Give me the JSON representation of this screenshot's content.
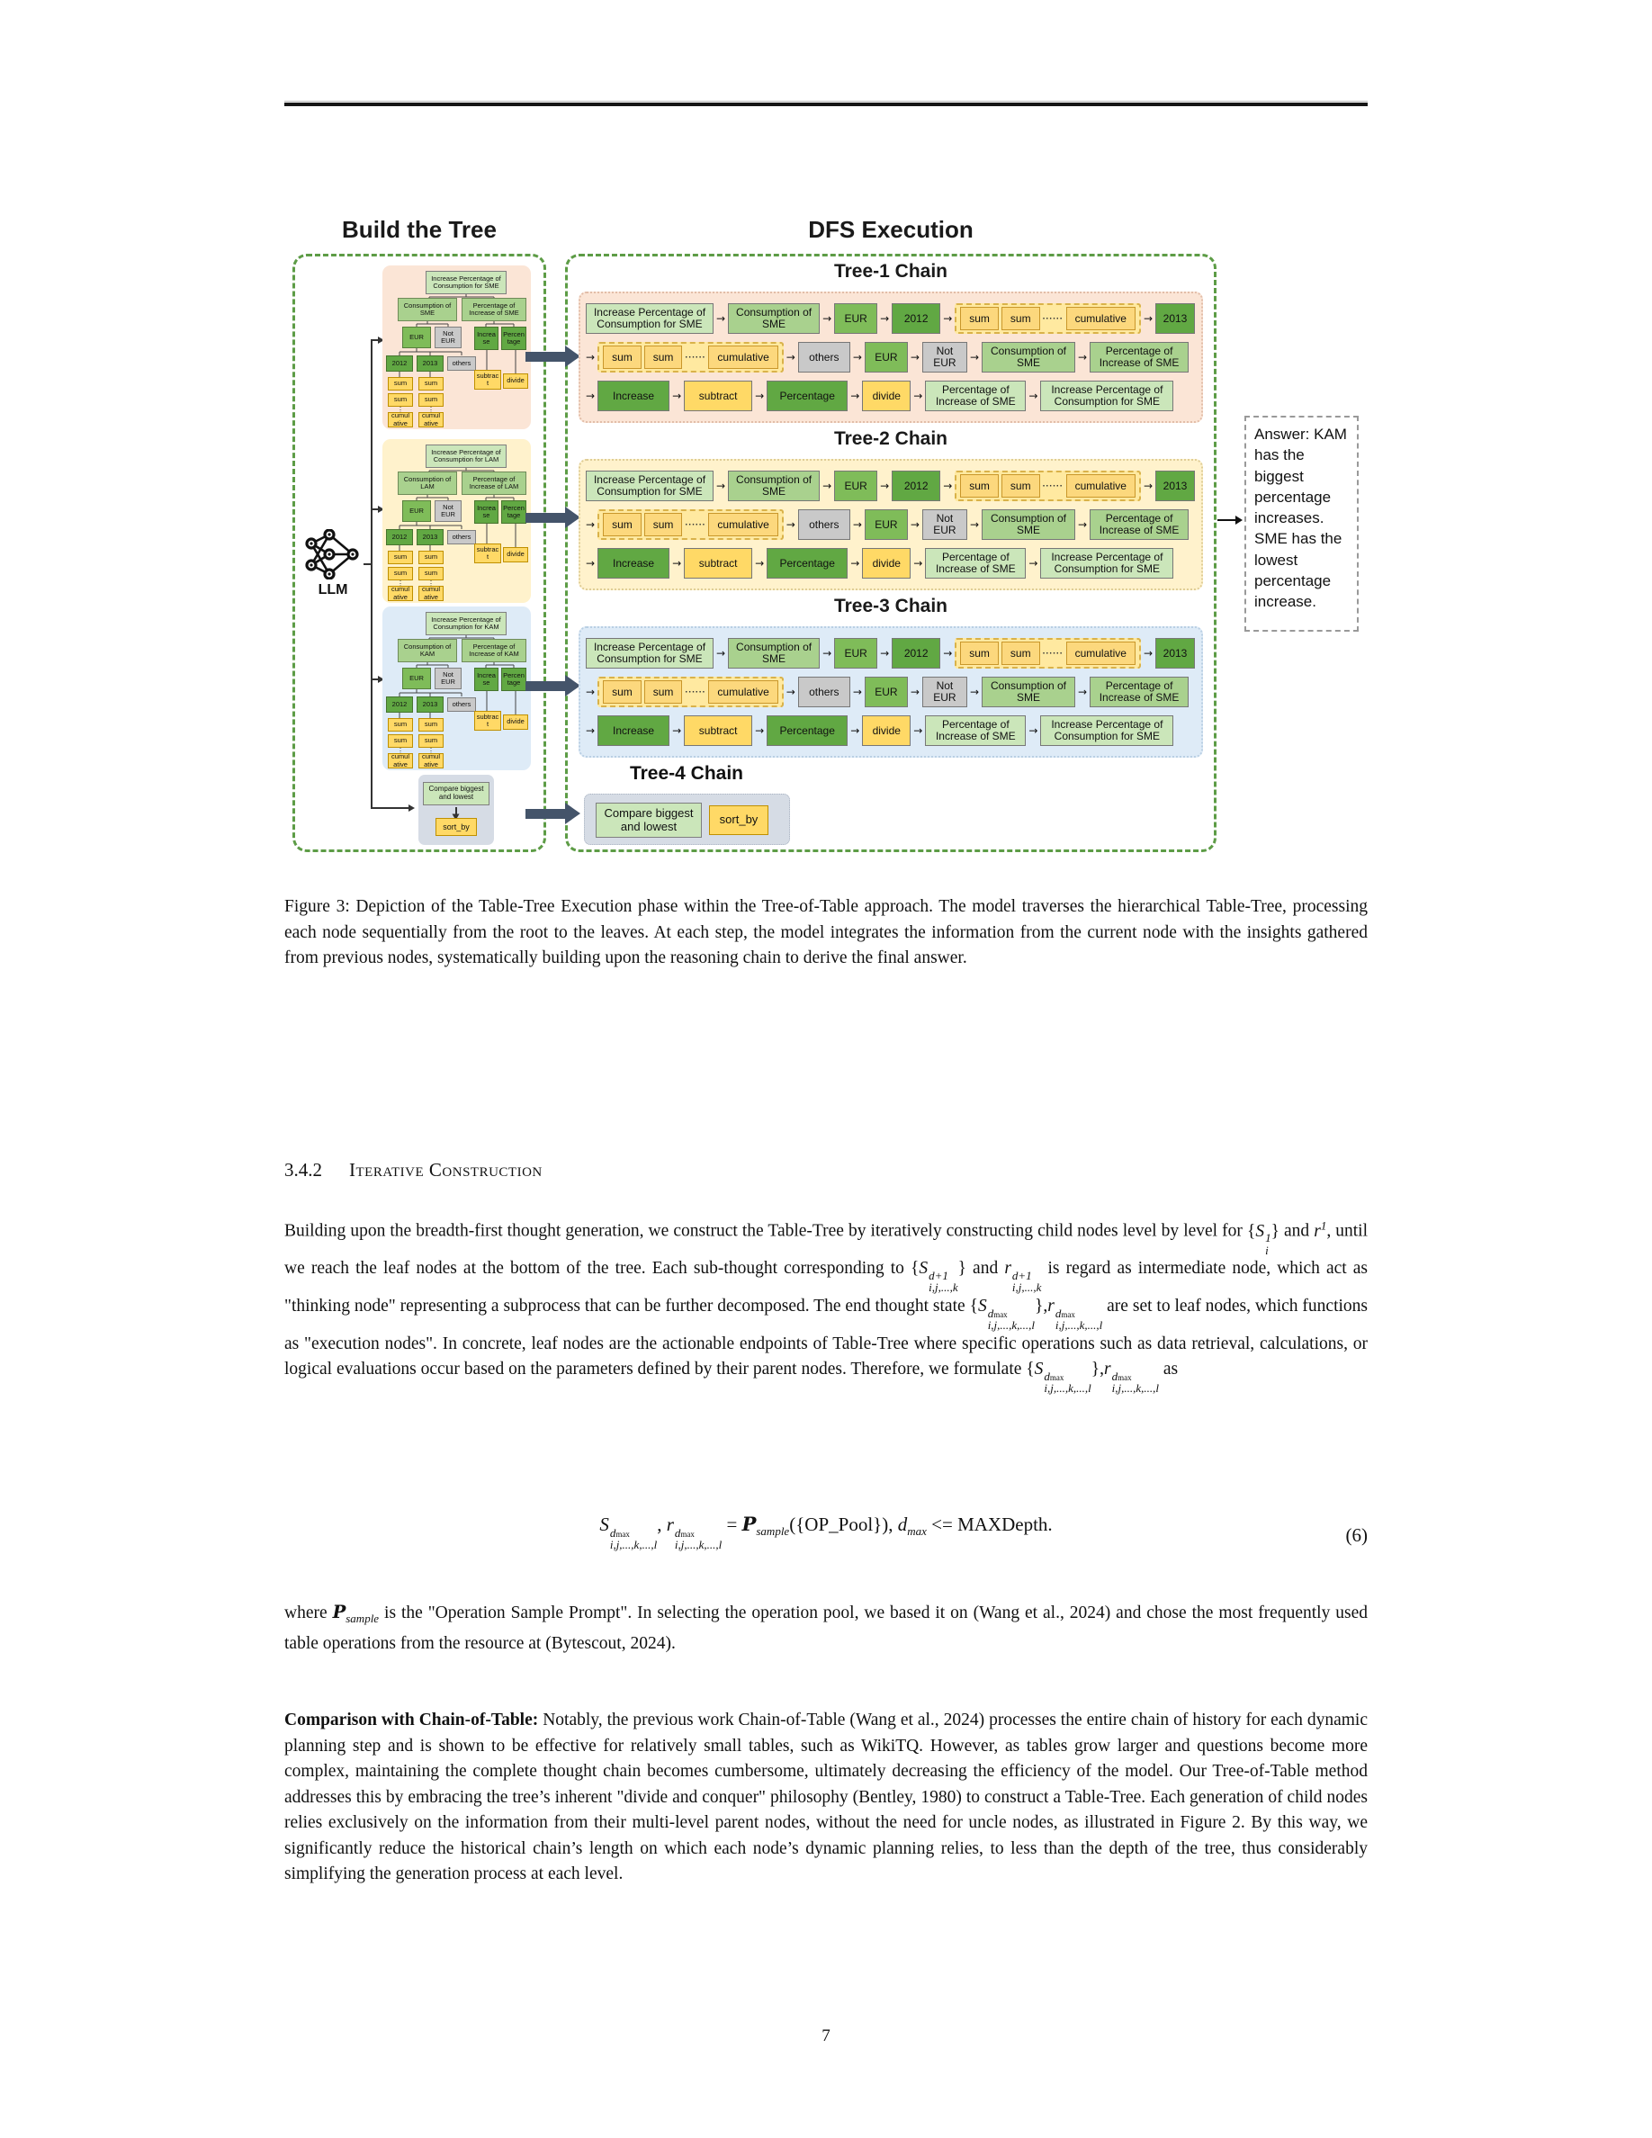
{
  "page": {
    "number": "7"
  },
  "figure": {
    "build_title": "Build the Tree",
    "dfs_title": "DFS Execution",
    "llm_label": "LLM",
    "colors": {
      "light_green": "#CBE6BA",
      "mid_green": "#A9D18E",
      "green": "#7FBC59",
      "dark_green": "#61A843",
      "gold": "#FFD966",
      "gold_light": "#FFE9A0",
      "gray": "#C9C9C9",
      "tree1_bg": "#FBE5D6",
      "tree2_bg": "#FFF2CC",
      "tree3_bg": "#DEEBF7",
      "tree4_bg": "#D6DCE5",
      "panel_border": "#5d9c46",
      "big_arrow": "#44546A"
    },
    "tree_shared": {
      "eur": "EUR",
      "not_eur": "Not EUR",
      "increase": "Increase",
      "percentage": "Percentage",
      "y2012": "2012",
      "y2013": "2013",
      "others": "others",
      "sum": "sum",
      "cumulative": "cumulative",
      "subtract": "subtract",
      "divide": "divide",
      "vdots": "⋮"
    },
    "trees": [
      {
        "bg": "#FBE5D6",
        "root": "Increase Percentage of Consumption for SME",
        "left": "Consumption of SME",
        "right": "Percentage of Increase of SME"
      },
      {
        "bg": "#FFF2CC",
        "root": "Increase Percentage of Consumption for LAM",
        "left": "Consumption of LAM",
        "right": "Percentage of Increase of LAM"
      },
      {
        "bg": "#DEEBF7",
        "root": "Increase Percentage of Consumption for KAM",
        "left": "Consumption of KAM",
        "right": "Percentage of Increase of KAM"
      }
    ],
    "chains": [
      {
        "title": "Tree-1 Chain",
        "bg": "#FBE5D6",
        "bc": "#e2bda8"
      },
      {
        "title": "Tree-2 Chain",
        "bg": "#FFF2CC",
        "bc": "#dfcd96"
      },
      {
        "title": "Tree-3 Chain",
        "bg": "#DEEBF7",
        "bc": "#b9cfe3"
      }
    ],
    "chain_rows": [
      {
        "lead": false,
        "items": [
          {
            "b": "Increase Percentage of Consumption for SME",
            "c": "lg",
            "w": 142
          },
          {
            "a": 1
          },
          {
            "b": "Consumption of SME",
            "c": "mg",
            "w": 102
          },
          {
            "a": 1
          },
          {
            "b": "EUR",
            "c": "g",
            "w": 48
          },
          {
            "a": 1
          },
          {
            "b": "2012",
            "c": "dg",
            "w": 54
          },
          {
            "a": 1
          },
          {
            "g": [
              "sum",
              "sum",
              "······",
              "cumulative"
            ]
          },
          {
            "a": 1
          },
          {
            "b": "2013",
            "c": "dg",
            "w": 44
          }
        ]
      },
      {
        "lead": true,
        "items": [
          {
            "g": [
              "sum",
              "sum",
              "······",
              "cumulative"
            ]
          },
          {
            "a": 1
          },
          {
            "b": "others",
            "c": "gray",
            "w": 58
          },
          {
            "a": 1
          },
          {
            "b": "EUR",
            "c": "g",
            "w": 48
          },
          {
            "a": 1
          },
          {
            "b": "Not EUR",
            "c": "gray",
            "w": 50
          },
          {
            "a": 1
          },
          {
            "b": "Consumption of SME",
            "c": "mg",
            "w": 104
          },
          {
            "a": 1
          },
          {
            "b": "Percentage of Increase of SME",
            "c": "mg",
            "w": 110
          }
        ]
      },
      {
        "lead": true,
        "items": [
          {
            "b": "Increase",
            "c": "dg",
            "w": 80
          },
          {
            "a": 1
          },
          {
            "b": "subtract",
            "c": "gold",
            "w": 76
          },
          {
            "a": 1
          },
          {
            "b": "Percentage",
            "c": "dg",
            "w": 90
          },
          {
            "a": 1
          },
          {
            "b": "divide",
            "c": "gold",
            "w": 54
          },
          {
            "a": 1
          },
          {
            "b": "Percentage of Increase of SME",
            "c": "lg",
            "w": 112
          },
          {
            "a": 1
          },
          {
            "b": "Increase Percentage of Consumption for SME",
            "c": "lg",
            "w": 148
          }
        ]
      }
    ],
    "sort_chain": {
      "title": "Tree-4 Chain",
      "box1": "Compare biggest and lowest",
      "box2": "sort_by"
    },
    "answer": "Answer: KAM has the biggest percentage increases. SME has the lowest percentage increase."
  },
  "text": {
    "caption": "Figure 3: Depiction of the Table-Tree Execution phase within the Tree-of-Table approach. The model traverses the hierarchical Table-Tree, processing each node sequentially from the root to the leaves. At each step, the model integrates the information from the current node with the insights gathered from previous nodes, systematically building upon the reasoning chain to derive the final answer.",
    "section_number": "3.4.2",
    "section_title": "Iterative Construction",
    "para1": [
      {
        "t": "Building upon the breadth-first thought generation, we construct the Table-Tree by iteratively constructing child nodes level by level for "
      },
      {
        "math": {
          "pre": "{",
          "base": "S",
          "sup": "1",
          "sub": "i",
          "post": "}"
        }
      },
      {
        "t": " and "
      },
      {
        "math": {
          "base": "r",
          "sup": "1"
        }
      },
      {
        "t": ", until we reach the leaf nodes at the bottom of the tree. Each sub-thought corresponding to "
      },
      {
        "math": {
          "pre": "{",
          "base": "S",
          "sup": "d+1",
          "sub": "i,j,...,k",
          "post": "}"
        }
      },
      {
        "t": " and "
      },
      {
        "math": {
          "base": "r",
          "sup": "d+1",
          "sub": "i,j,...,k"
        }
      },
      {
        "t": " is regard as intermediate node, which act as \"thinking node\" representing a subprocess that can be further decomposed. The end thought state "
      },
      {
        "math": {
          "pre": "{",
          "base": "S",
          "sup": "d_max",
          "sub": "i,j,...,k,...,l",
          "post": "},"
        }
      },
      {
        "math": {
          "base": "r",
          "sup": "d_max",
          "sub": "i,j,...,k,...,l"
        }
      },
      {
        "t": " are set to leaf nodes, which functions as \"execution nodes\". In concrete, leaf nodes are the actionable endpoints of Table-Tree where specific operations such as data retrieval, calculations, or logical evaluations occur based on the parameters defined by their parent nodes. Therefore, we formulate "
      },
      {
        "math": {
          "pre": "{",
          "base": "S",
          "sup": "d_max",
          "sub": "i,j,...,k,...,l",
          "post": "},"
        }
      },
      {
        "math": {
          "base": "r",
          "sup": "d_max",
          "sub": "i,j,...,k,...,l"
        }
      },
      {
        "t": " as"
      }
    ],
    "equation": [
      {
        "math": {
          "base": "S",
          "sup": "d_max",
          "sub": "i,j,...,k,...,l"
        }
      },
      {
        "t": ", "
      },
      {
        "math": {
          "base": "r",
          "sup": "d_max",
          "sub": "i,j,...,k,...,l"
        }
      },
      {
        "t": " = "
      },
      {
        "math": {
          "base": "P",
          "sub": "sample",
          "script": true
        }
      },
      {
        "t": "({OP_Pool}),    "
      },
      {
        "math": {
          "base": "d",
          "sub": "max"
        }
      },
      {
        "t": " <= MAXDepth."
      }
    ],
    "eq_number": "(6)",
    "para2": [
      {
        "t": "where "
      },
      {
        "math": {
          "base": "P",
          "sub": "sample",
          "script": true
        }
      },
      {
        "t": " is the \"Operation Sample Prompt\".  In selecting the operation pool, we based it on (Wang et al., 2024) and chose the most frequently used table operations from the resource at (Bytescout, 2024)."
      }
    ],
    "para3_bold": "Comparison with Chain-of-Table:",
    "para3_text": " Notably, the previous work Chain-of-Table  (Wang et al., 2024) processes the entire chain of history for each dynamic planning step and is shown to be effective for relatively small tables, such as WikiTQ. However, as tables grow larger and questions become more complex, maintaining the complete thought chain becomes cumbersome, ultimately decreasing the efficiency of the model. Our Tree-of-Table method addresses this by embracing the tree’s inherent \"divide and conquer\" philosophy (Bentley, 1980) to construct a Table-Tree.  Each generation of child nodes relies exclusively on the information from their multi-level parent nodes, without the need for uncle nodes, as illustrated in Figure 2. By this way, we significantly reduce the historical chain’s length on which each node’s dynamic planning relies, to less than the depth of the tree, thus considerably simplifying the generation process at each level."
  }
}
